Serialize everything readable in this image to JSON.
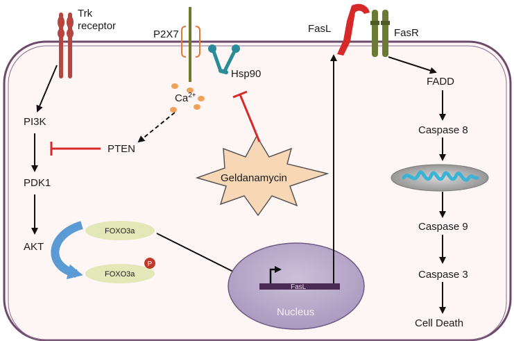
{
  "labels": {
    "trk_line1": "Trk",
    "trk_line2": "receptor",
    "p2x7": "P2X7",
    "hsp90": "Hsp90",
    "ca": "Ca",
    "ca_sup": "2+",
    "fasl_top": "FasL",
    "fasr": "FasR",
    "fadd": "FADD",
    "caspase8": "Caspase 8",
    "caspase9": "Caspase 9",
    "caspase3": "Caspase 3",
    "cell_death": "Cell Death",
    "pi3k": "PI3K",
    "pten": "PTEN",
    "pdk1": "PDK1",
    "akt": "AKT",
    "foxo3a_top": "FOXO3a",
    "foxo3a_bottom": "FOXO3a",
    "phospho": "P",
    "geldanamycin": "Geldanamycin",
    "fasl_gene": "FasL",
    "nucleus": "Nucleus"
  },
  "colors": {
    "membrane": "#6b4a6b",
    "cytoplasm": "#fdf6f5",
    "trk": "#b5463f",
    "p2x7_bracket": "#e07b39",
    "p2x7_stem": "#6e7a2a",
    "hsp90": "#2b8c99",
    "calcium": "#f0a25a",
    "fasl": "#d62a2a",
    "fasr": "#6b7a35",
    "inhibit": "#d62a2a",
    "foxo": "#e3e8b8",
    "phospho": "#c0392b",
    "akt_arrow": "#5b9bd5",
    "nucleus": "#b9a6c9",
    "gene_bar": "#4a2a55",
    "mito": "#8a8a8a",
    "mito_inner": "#3bb3d6",
    "star": "#f7d7b5"
  }
}
